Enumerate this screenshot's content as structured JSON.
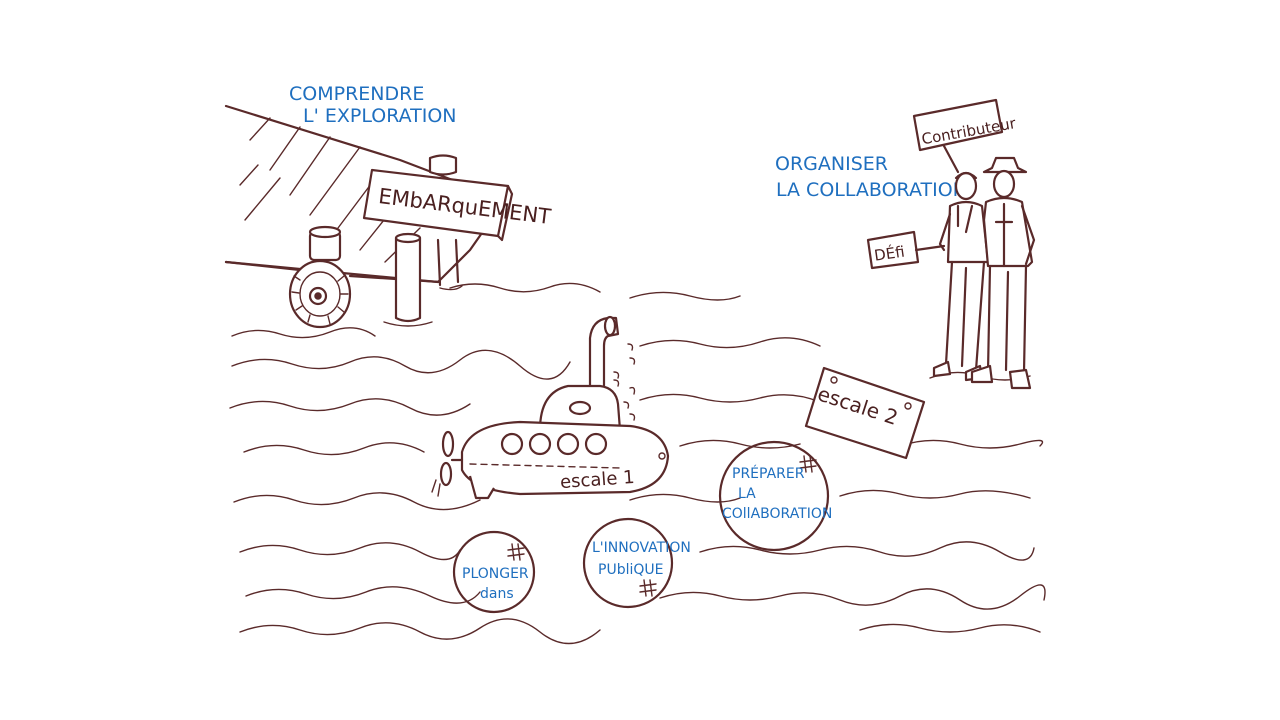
{
  "labels": {
    "comprendre_line1": "COMPRENDRE",
    "comprendre_line2": "L' EXPLORATION",
    "organiser_line1": "ORGANISER",
    "organiser_line2": "LA COLLABORATION",
    "embarquement": "EMbARquEMENT",
    "contributeur": "Contributeur",
    "defi": "DÉfi",
    "escale1": "escale 1",
    "escale2": "escale 2"
  },
  "bubbles": {
    "plonger_line1": "PLONGER",
    "plonger_line2": "dans",
    "innovation_line1": "L'INNOVATION",
    "innovation_line2": "PUbliQUE",
    "preparer_line1": "PRÉPARER",
    "preparer_line2": "LA",
    "preparer_line3": "COllABORATION"
  },
  "colors": {
    "ink": "#5a2a2a",
    "blue": "#1f6fbf",
    "background": "#ffffff"
  }
}
